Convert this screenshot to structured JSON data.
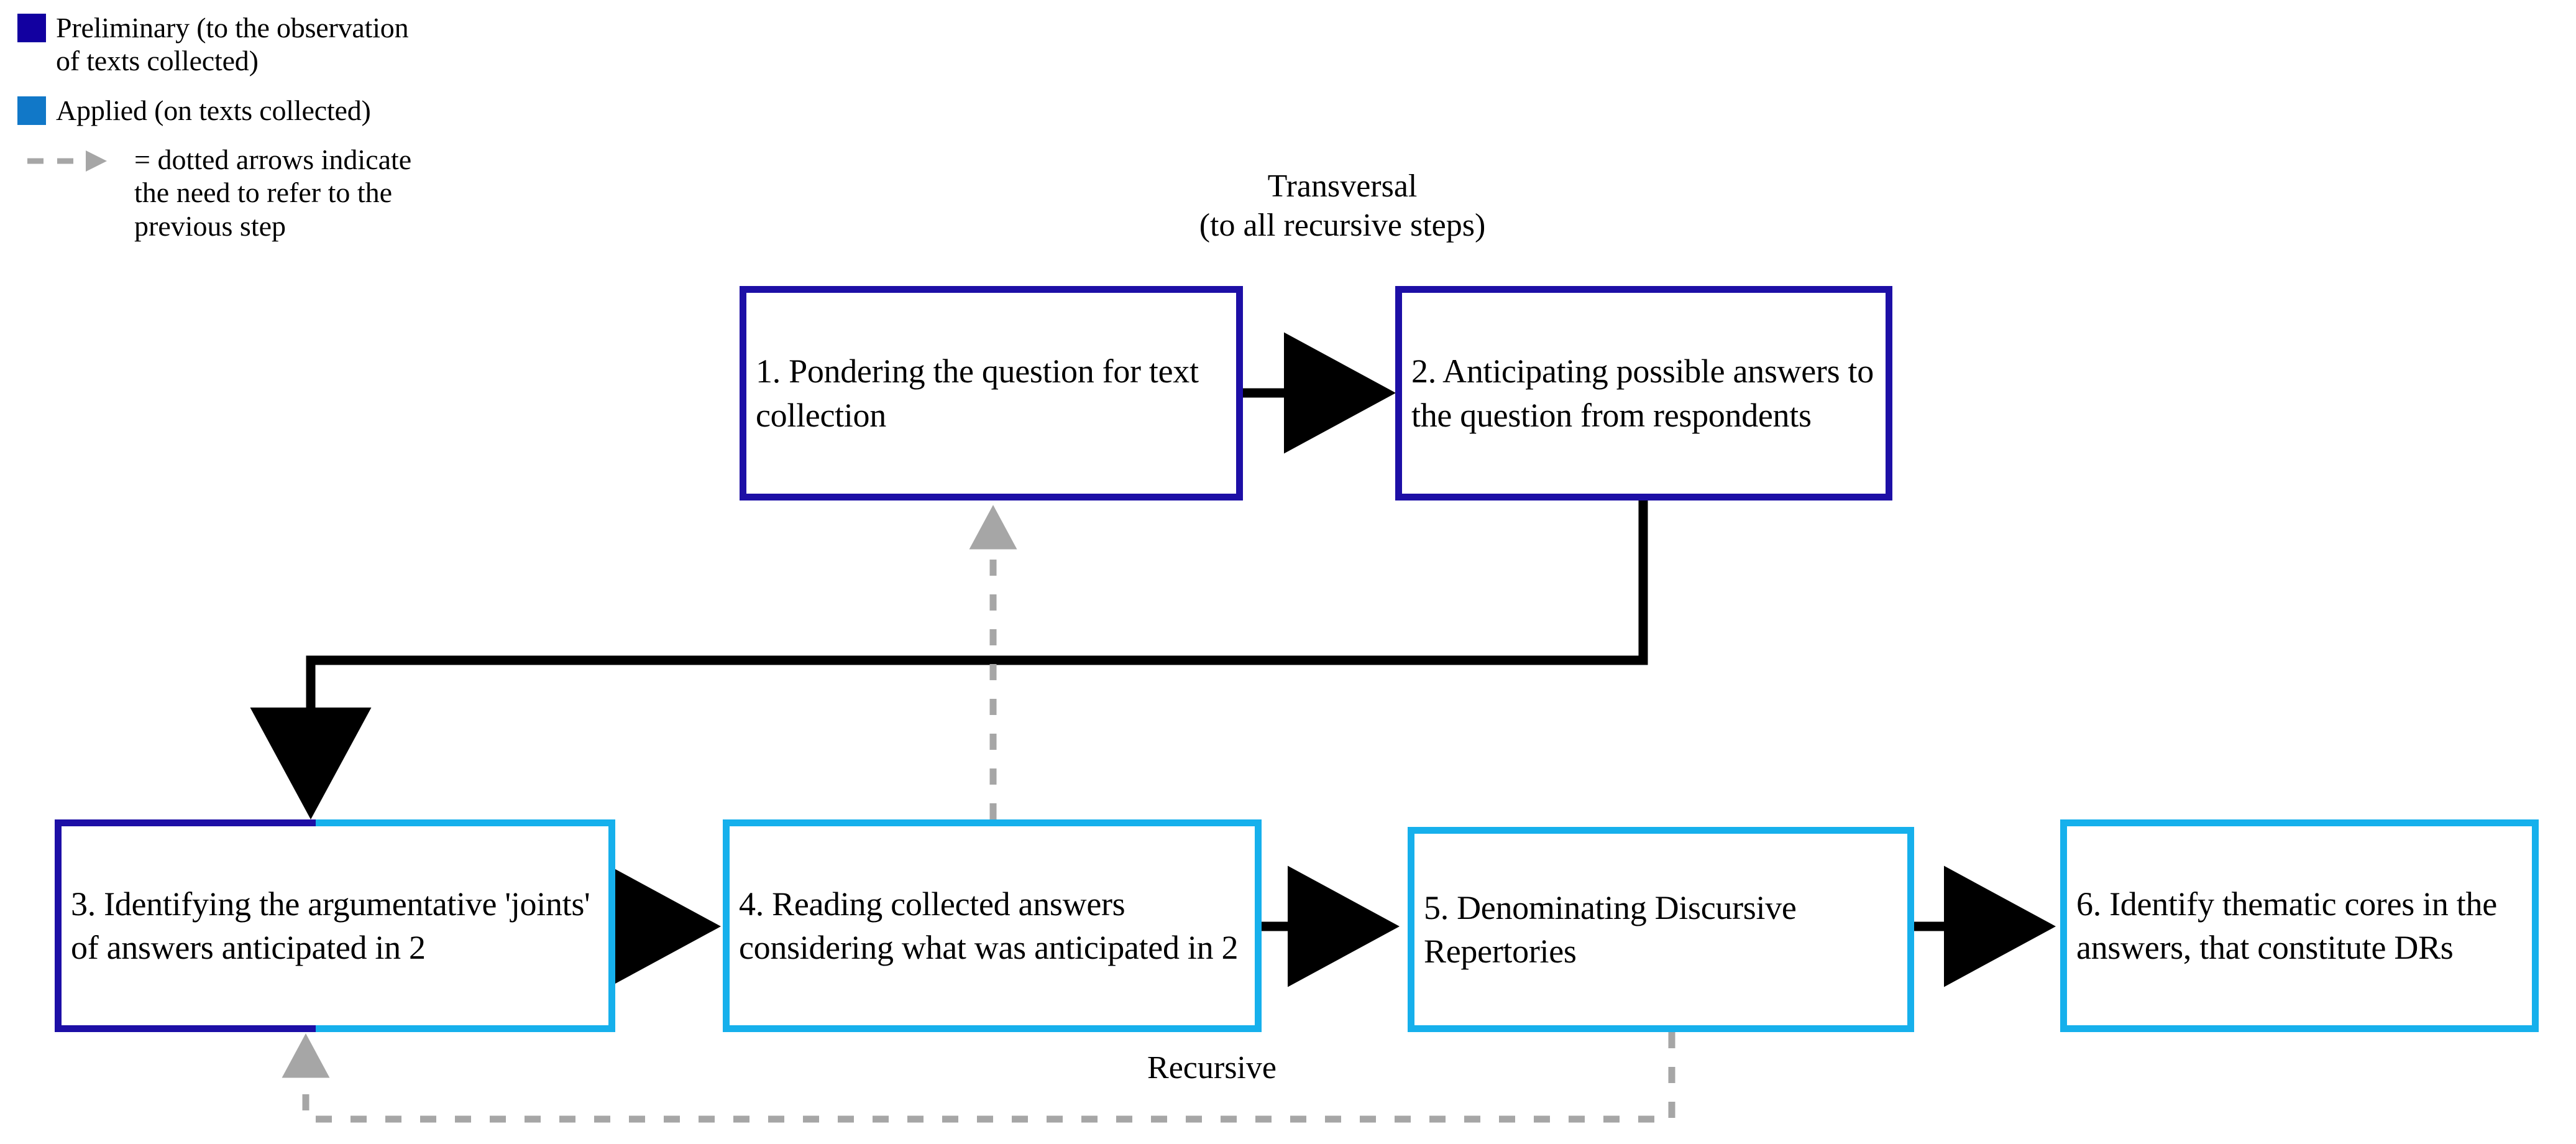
{
  "colors": {
    "preliminary": "#1d0fa6",
    "applied": "#16b0ec",
    "legend_swatch_preliminary": "#1200a0",
    "legend_swatch_applied": "#1178c8",
    "solid_arrow": "#000000",
    "dotted_arrow": "#a6a6a6",
    "background": "#ffffff"
  },
  "legend": {
    "items": [
      {
        "swatch_color": "#1200a0",
        "label": "Preliminary (to the observation of texts collected)"
      },
      {
        "swatch_color": "#1178c8",
        "label": "Applied (on texts collected)"
      }
    ],
    "arrow_note": "= dotted arrows indicate the need to refer to the previous step"
  },
  "headings": {
    "transversal_line1": "Transversal",
    "transversal_line2": "(to all recursive steps)",
    "recursive": "Recursive"
  },
  "steps": [
    {
      "id": 1,
      "label": "1. Pondering the question for text collection",
      "category": "preliminary"
    },
    {
      "id": 2,
      "label": "2. Anticipating possible answers to the question from respondents",
      "category": "preliminary"
    },
    {
      "id": 3,
      "label": "3. Identifying the argumentative 'joints' of answers anticipated in 2",
      "category": "preliminary-applied"
    },
    {
      "id": 4,
      "label": "4. Reading collected answers considering what was anticipated in 2",
      "category": "applied"
    },
    {
      "id": 5,
      "label": "5. Denominating Discursive Repertories",
      "category": "applied"
    },
    {
      "id": 6,
      "label": "6. Identify thematic cores in the answers, that constitute DRs",
      "category": "applied"
    }
  ],
  "connections": [
    {
      "from": 1,
      "to": 2,
      "style": "solid"
    },
    {
      "from": 2,
      "to": 3,
      "style": "solid"
    },
    {
      "from": 3,
      "to": 4,
      "style": "solid"
    },
    {
      "from": 4,
      "to": 5,
      "style": "solid"
    },
    {
      "from": 5,
      "to": 6,
      "style": "solid"
    },
    {
      "from": 4,
      "to": 1,
      "style": "dotted"
    },
    {
      "from": 5,
      "to": 3,
      "style": "dotted",
      "label": "Recursive"
    }
  ]
}
